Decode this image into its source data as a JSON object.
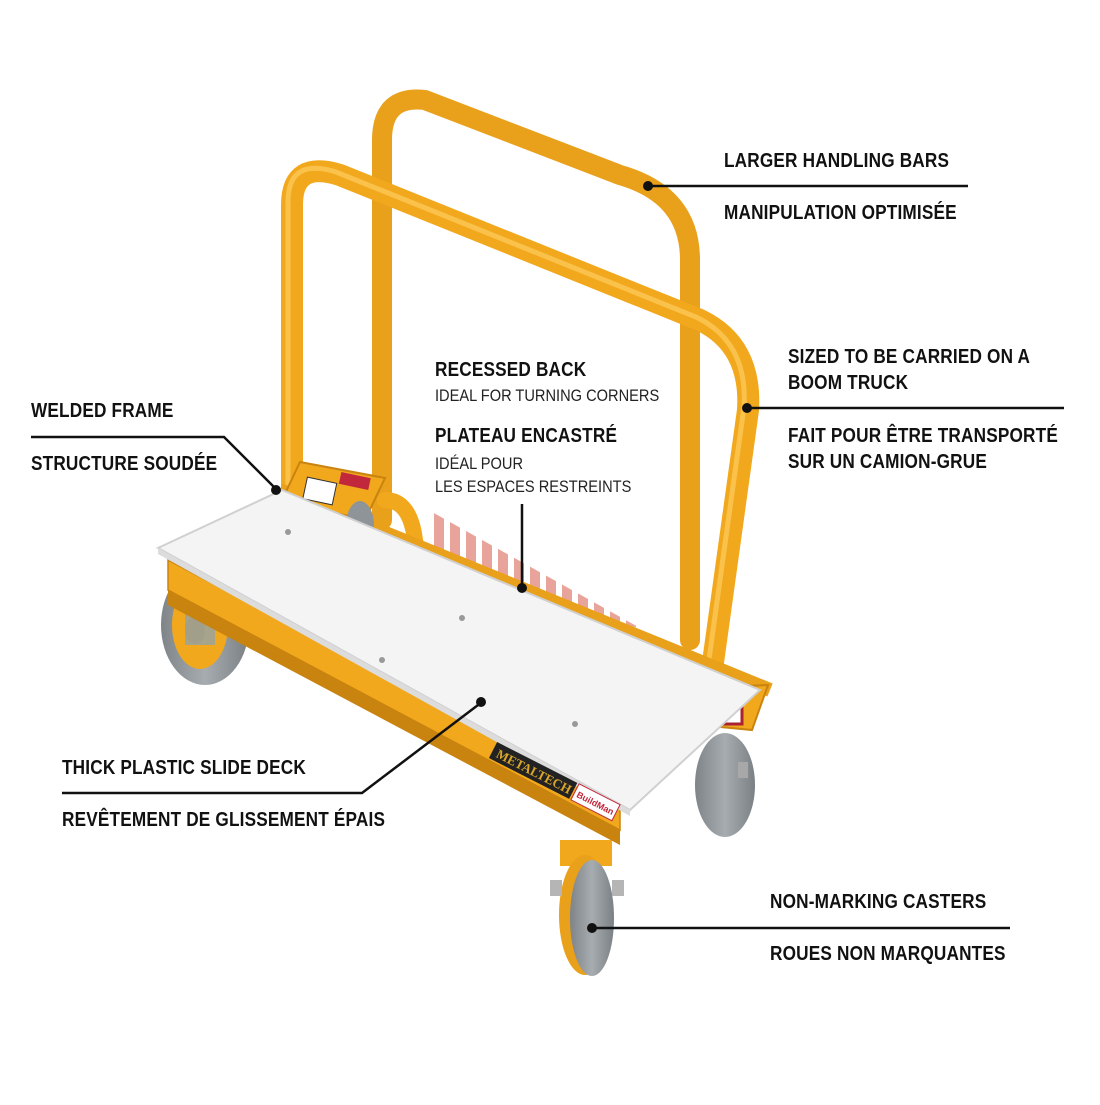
{
  "diagram": {
    "subject": "Drywall panel cart",
    "colors": {
      "frame_yellow": "#F2A81D",
      "frame_shadow": "#C9830F",
      "deck_white": "#F4F4F4",
      "wheel_gray": "#8E9498",
      "recess_hatch": "#E8A49A",
      "text": "#111111"
    },
    "brand_labels": {
      "side_plate": "METALTECH",
      "sticker": "BuildMan"
    },
    "callouts": [
      {
        "id": "handling-bars",
        "title": "LARGER HANDLING BARS",
        "title_fr": "MANIPULATION OPTIMISÉE"
      },
      {
        "id": "boom-truck",
        "title_lines": [
          "SIZED TO BE CARRIED ON A",
          "BOOM TRUCK"
        ],
        "title_fr_lines": [
          "FAIT POUR ÊTRE TRANSPORTÉ",
          "SUR UN CAMION-GRUE"
        ]
      },
      {
        "id": "recessed-back",
        "title": "RECESSED BACK",
        "subtitle": "IDEAL FOR TURNING CORNERS",
        "title_fr": "PLATEAU ENCASTRÉ",
        "subtitle_fr_lines": [
          "IDÉAL POUR",
          "LES ESPACES RESTREINTS"
        ]
      },
      {
        "id": "welded-frame",
        "title": "WELDED FRAME",
        "title_fr": "STRUCTURE SOUDÉE"
      },
      {
        "id": "slide-deck",
        "title": "THICK PLASTIC SLIDE DECK",
        "title_fr": "REVÊTEMENT DE GLISSEMENT ÉPAIS"
      },
      {
        "id": "casters",
        "title": "NON-MARKING CASTERS",
        "title_fr": "ROUES NON MARQUANTES"
      }
    ]
  }
}
